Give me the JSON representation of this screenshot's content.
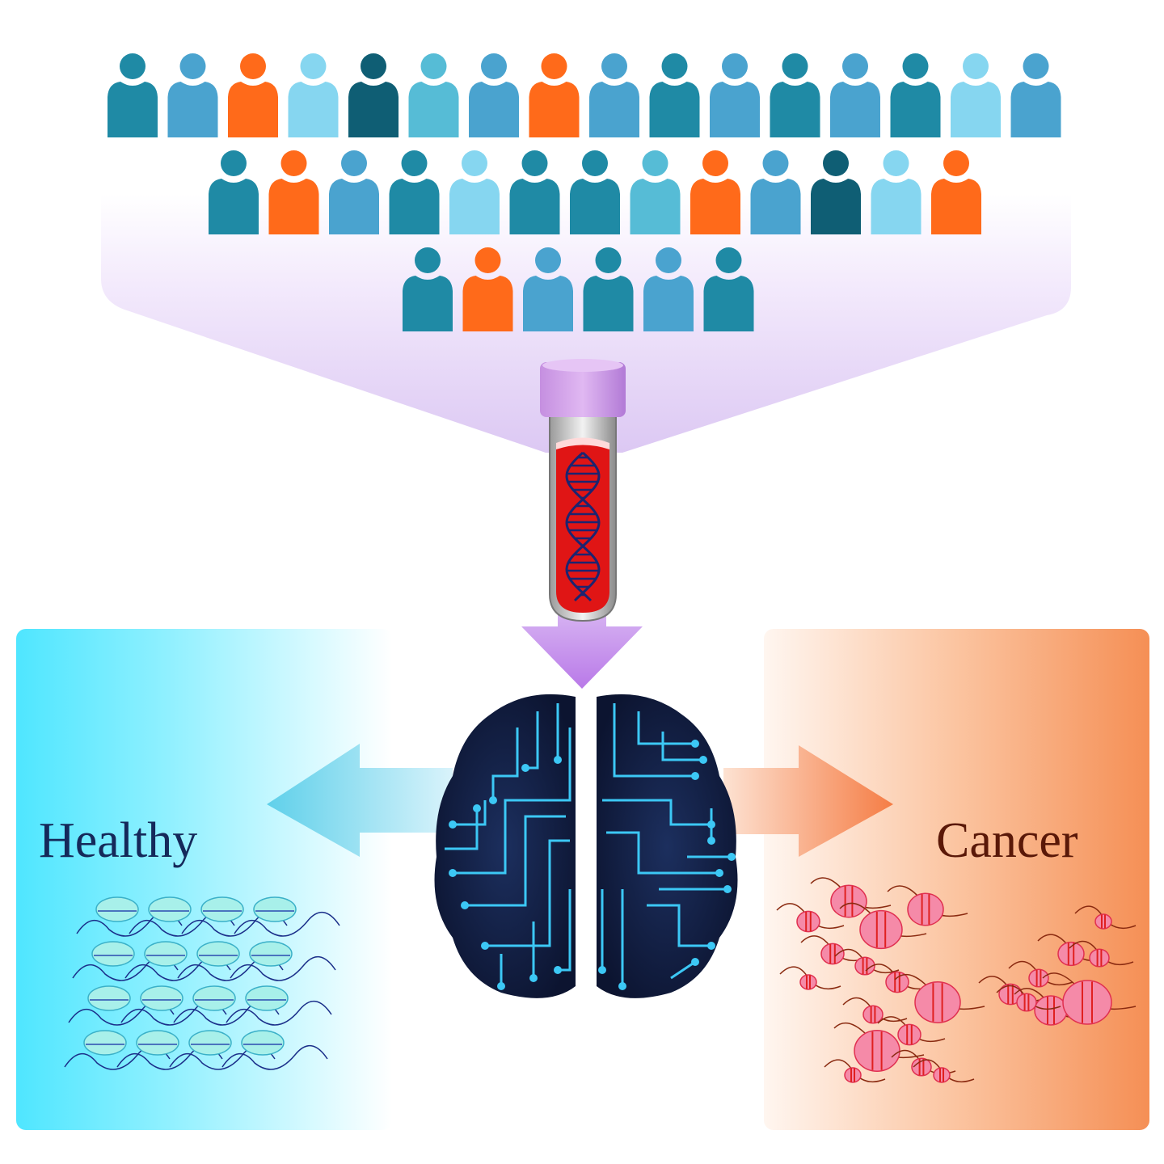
{
  "labels": {
    "healthy": "Healthy",
    "cancer": "Cancer"
  },
  "colors": {
    "teal": "#1f8aa5",
    "mid": "#4aa3cf",
    "light": "#86d6f0",
    "dark": "#0f5e74",
    "lightteal": "#56bcd6",
    "orange": "#ff6a1a",
    "funnel": "#d9c4f2",
    "brain": "#111d3f",
    "circuit": "#3cc8f5",
    "healthy_panel": "#4fe6ff",
    "cancer_panel": "#f5935a",
    "healthy_nucleosome": "#a8f0ea",
    "cancer_nucleosome": "#f07a9a"
  },
  "people_rows": [
    [
      "teal",
      "mid",
      "orange",
      "light",
      "dark",
      "lightteal",
      "mid",
      "orange",
      "mid",
      "teal",
      "mid",
      "teal",
      "mid",
      "teal",
      "light",
      "mid"
    ],
    [
      "teal",
      "orange",
      "mid",
      "teal",
      "light",
      "teal",
      "teal",
      "lightteal",
      "orange",
      "mid",
      "dark",
      "light",
      "orange"
    ],
    [
      "teal",
      "orange",
      "mid",
      "teal",
      "mid",
      "teal"
    ]
  ]
}
